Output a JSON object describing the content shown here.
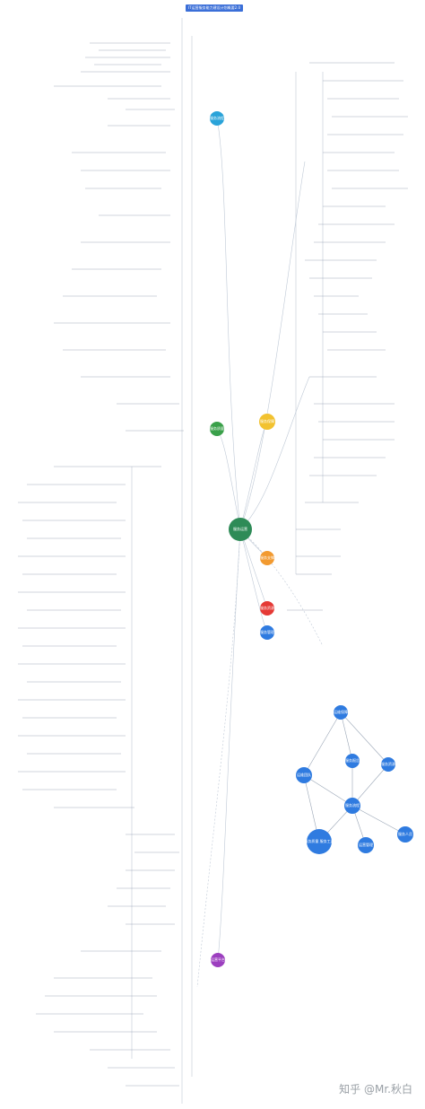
{
  "header": {
    "title": "IT运营服务能力建设计划概要2.0"
  },
  "center_node": {
    "label": "服务运营",
    "color": "#2e8b57"
  },
  "branches": [
    {
      "id": "b1",
      "label": "服务流程",
      "color": "#2aa3d9"
    },
    {
      "id": "b2",
      "label": "服务质量",
      "color": "#3aa04a"
    },
    {
      "id": "b3",
      "label": "服务保障",
      "color": "#f2c230"
    },
    {
      "id": "b4",
      "label": "服务支撑",
      "color": "#f29a30"
    },
    {
      "id": "b5",
      "label": "服务资源",
      "color": "#e53935"
    },
    {
      "id": "b6",
      "label": "服务管理",
      "color": "#2f7be0"
    },
    {
      "id": "b7",
      "label": "运营平台",
      "color": "#9c3fbf"
    }
  ],
  "cluster": [
    {
      "id": "c1",
      "label": "运维保障",
      "color": "#2f7be0"
    },
    {
      "id": "c2",
      "label": "运维团队",
      "color": "#2f7be0"
    },
    {
      "id": "c3",
      "label": "服务报告",
      "color": "#2f7be0"
    },
    {
      "id": "c4",
      "label": "服务资源",
      "color": "#2f7be0"
    },
    {
      "id": "c5",
      "label": "服务流程",
      "color": "#2f7be0"
    },
    {
      "id": "c6",
      "label": "服务质量 服务工具",
      "color": "#2f7be0"
    },
    {
      "id": "c7",
      "label": "运营管理",
      "color": "#2f7be0"
    },
    {
      "id": "c8",
      "label": "服务人员",
      "color": "#2f7be0"
    }
  ],
  "watermark": "知乎 @Mr.秋白"
}
